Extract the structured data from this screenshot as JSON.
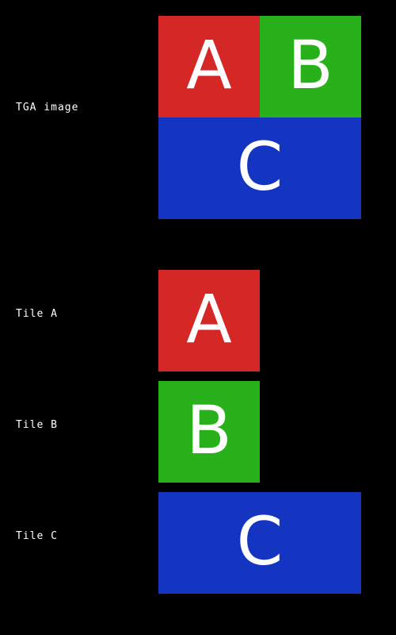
{
  "colors": {
    "background": "#000000",
    "tile_a": "#d62727",
    "tile_b": "#28b11a",
    "tile_c": "#1335c1",
    "text": "#ffffff"
  },
  "labels": {
    "tga_image": "TGA image",
    "tile_a": "Tile A",
    "tile_b": "Tile B",
    "tile_c": "Tile C"
  },
  "tiles": {
    "a": "A",
    "b": "B",
    "c": "C"
  }
}
